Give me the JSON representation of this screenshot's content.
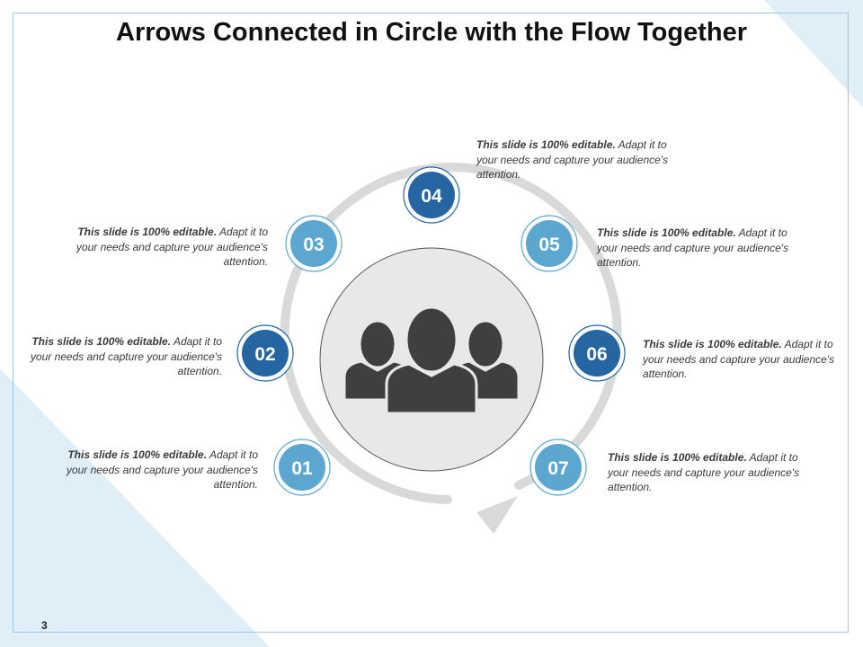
{
  "title": "Arrows Connected in Circle with the Flow Together",
  "page_number": "3",
  "icons": {
    "center": "people-group-icon"
  },
  "colors": {
    "dark_blue": "#2566a2",
    "light_blue": "#5ba7cf",
    "ring_gray": "#d9d9d9",
    "center_fill": "#e8e8e8",
    "icon_fill": "#3f3f3f",
    "background_accent": "#dfeef7"
  },
  "steps": [
    {
      "number": "01",
      "bold": "This slide is 100% editable.",
      "text": " Adapt it to your needs and capture your audience's attention."
    },
    {
      "number": "02",
      "bold": "This slide is 100% editable.",
      "text": " Adapt it to your needs and capture your audience's attention."
    },
    {
      "number": "03",
      "bold": "This slide is 100% editable.",
      "text": " Adapt it to your needs and capture your audience's attention."
    },
    {
      "number": "04",
      "bold": "This slide is 100% editable.",
      "text": " Adapt it to your needs and capture your audience's attention."
    },
    {
      "number": "05",
      "bold": "This slide is 100% editable.",
      "text": " Adapt it to your needs and capture your audience's attention."
    },
    {
      "number": "06",
      "bold": "This slide is 100% editable.",
      "text": " Adapt it to your needs and capture your audience's attention."
    },
    {
      "number": "07",
      "bold": "This slide is 100% editable.",
      "text": " Adapt it to your needs and capture your audience's attention."
    }
  ]
}
